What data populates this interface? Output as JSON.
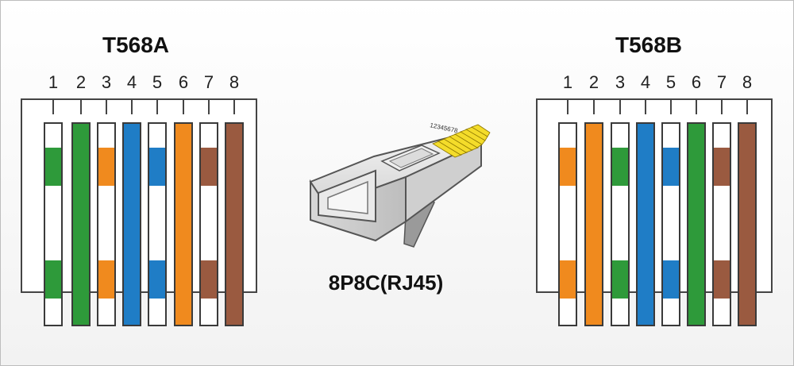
{
  "diagram": {
    "standards": [
      {
        "title": "T568A",
        "pins": [
          "1",
          "2",
          "3",
          "4",
          "5",
          "6",
          "7",
          "8"
        ],
        "wires": [
          {
            "color": "#2e9a3a",
            "striped": true
          },
          {
            "color": "#2e9a3a",
            "striped": false
          },
          {
            "color": "#f08a1e",
            "striped": true
          },
          {
            "color": "#1f7dc6",
            "striped": false
          },
          {
            "color": "#1f7dc6",
            "striped": true
          },
          {
            "color": "#f08a1e",
            "striped": false
          },
          {
            "color": "#9a5a40",
            "striped": true
          },
          {
            "color": "#9a5a40",
            "striped": false
          }
        ]
      },
      {
        "title": "T568B",
        "pins": [
          "1",
          "2",
          "3",
          "4",
          "5",
          "6",
          "7",
          "8"
        ],
        "wires": [
          {
            "color": "#f08a1e",
            "striped": true
          },
          {
            "color": "#f08a1e",
            "striped": false
          },
          {
            "color": "#2e9a3a",
            "striped": true
          },
          {
            "color": "#1f7dc6",
            "striped": false
          },
          {
            "color": "#1f7dc6",
            "striped": true
          },
          {
            "color": "#2e9a3a",
            "striped": false
          },
          {
            "color": "#9a5a40",
            "striped": true
          },
          {
            "color": "#9a5a40",
            "striped": false
          }
        ]
      }
    ],
    "plug_label": "8P8C(RJ45)",
    "plug_pin_digits": "12345678",
    "plug_contact_color": "#f4dc2a"
  }
}
